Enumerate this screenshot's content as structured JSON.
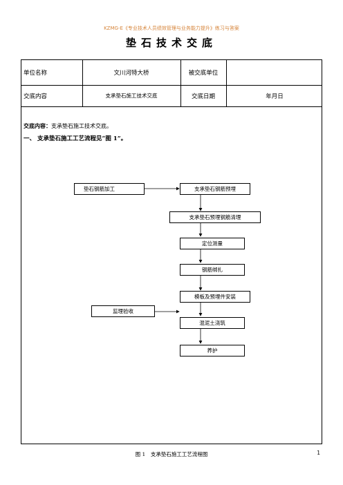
{
  "header": {
    "link_text": "KZMG-E《专业技术人员绩效管理与业务能力提升》练习与答案",
    "title": "垫石技术交底"
  },
  "table": {
    "row1": {
      "label1": "单位名称",
      "value1": "文川河特大桥",
      "label2": "被交底单位",
      "value2": ""
    },
    "row2": {
      "label1": "交底内容",
      "value1": "支承垫石施工技术交底",
      "label2": "交底日期",
      "value2": "年月日"
    }
  },
  "body": {
    "content_label": "交底内容：",
    "content_value": "支承垫石施工技术交底。",
    "section_heading": "一、 支承垫石施工工艺流程见“图 1”。"
  },
  "flowchart": {
    "side_box_top": "垫石钢筋加工",
    "side_box_bottom": "监理验收",
    "steps": [
      "支承垫石钢筋预埋",
      "支承垫石预埋钢筋清理",
      "定位测量",
      "钢筋绑扎",
      "模板及预埋件安装",
      "混泥土浇筑",
      "养护"
    ],
    "caption": "图 1　支承垫石施工工艺流程图"
  },
  "footer": {
    "page_number": "1"
  }
}
